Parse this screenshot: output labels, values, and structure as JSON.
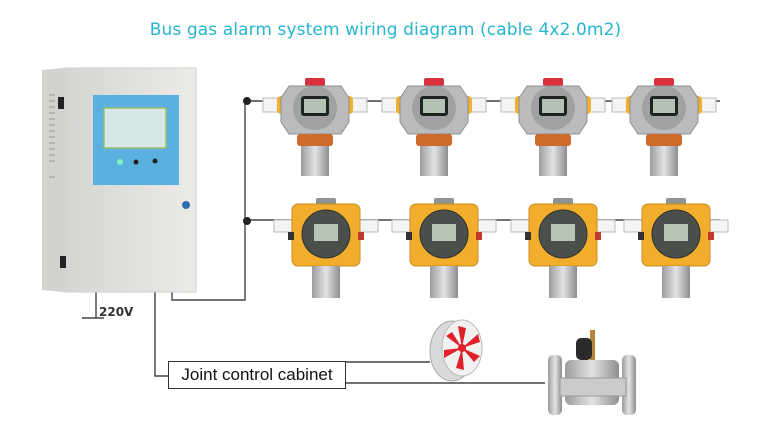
{
  "title": "Bus gas alarm system wiring diagram (cable 4x2.0m2)",
  "power_label": "220V",
  "joint_control_label": "Joint control cabinet",
  "colors": {
    "title": "#27b4d0",
    "wire": "#444444",
    "panel_blue": "#5ab0de",
    "detector_gray": "#b7b9bb",
    "detector_yellow": "#f2ad2c",
    "fan_blade": "#e0202a"
  },
  "devices": {
    "controller": "alarm-controller-cabinet",
    "top_row_detectors": 4,
    "bottom_row_detectors": 4,
    "fan": "exhaust-fan",
    "valve": "solenoid-valve"
  }
}
